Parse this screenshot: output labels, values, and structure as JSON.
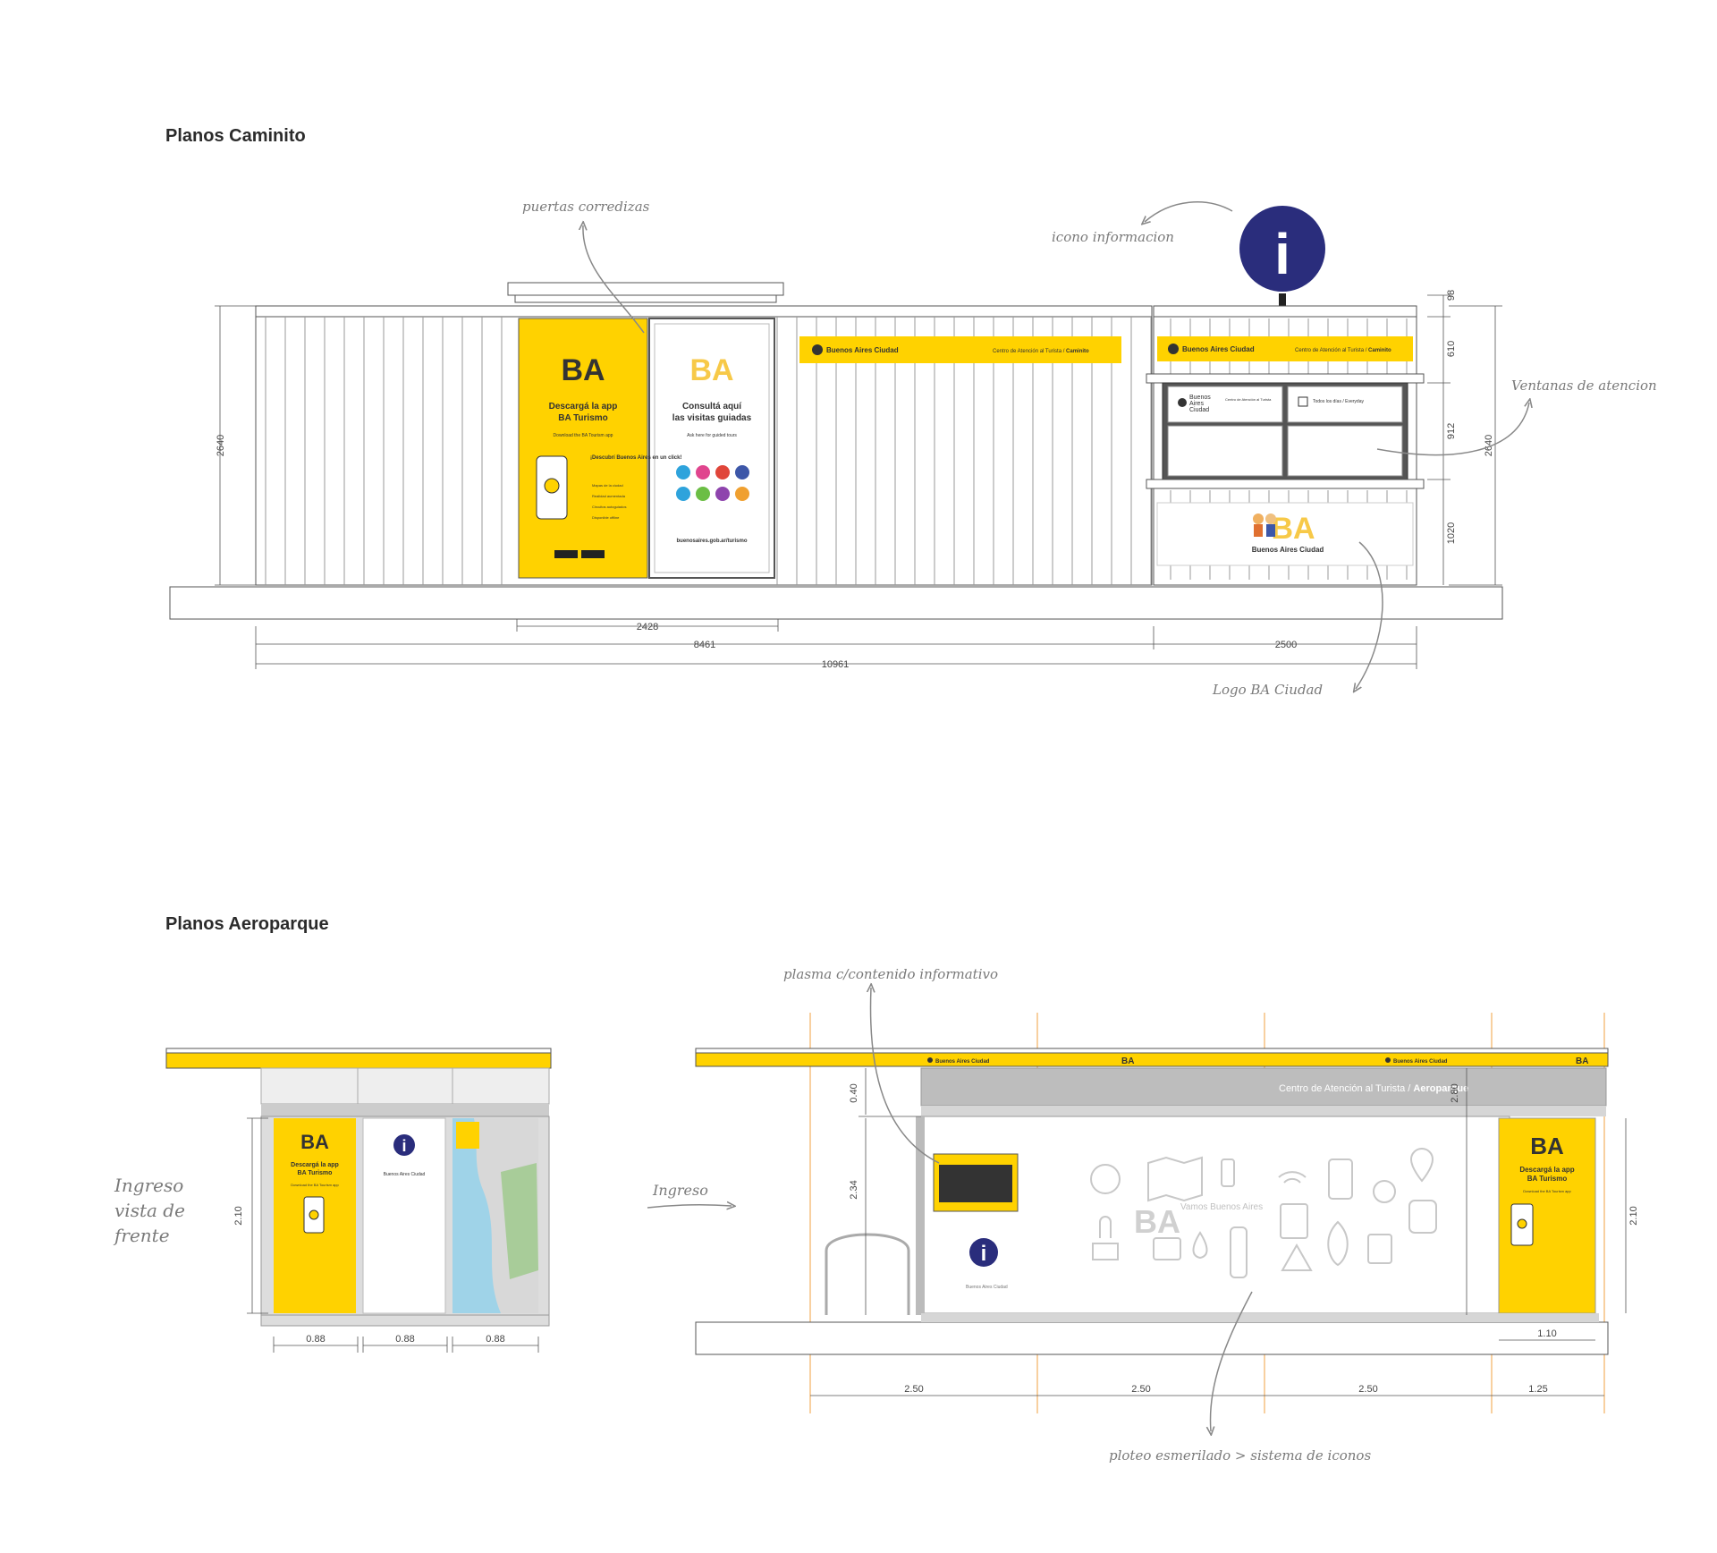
{
  "titles": {
    "caminito": "Planos Caminito",
    "aeroparque": "Planos Aeroparque"
  },
  "colors": {
    "brand_yellow": "#FFD200",
    "info_navy": "#2A2D7C",
    "line_gray": "#9a9a9a",
    "guide_orange": "#F0A040"
  },
  "caminito": {
    "annotations": {
      "doors": "puertas corredizas",
      "info_icon": "icono informacion",
      "windows": "Ventanas de atencion",
      "logo": "Logo BA Ciudad"
    },
    "signs": {
      "brand": "Buenos Aires Ciudad",
      "center_left": "Centro de Atención al Turista / ",
      "center_bold": "Caminito",
      "info_glyph": "i"
    },
    "app_panel": {
      "logo": "BA",
      "line1": "Descargá la app",
      "line2": "BA Turismo",
      "sub": "Download the BA Tourism app",
      "phone_title": "¡Descubrí Buenos Aires en un click!",
      "items": [
        "Mapas de la ciudad",
        "Realidad aumentada",
        "Circuitos autoguiados",
        "Disponible offline"
      ]
    },
    "visits_panel": {
      "logo": "BA",
      "line1": "Consultá aquí",
      "line2": "las visitas guiadas",
      "sub": "Ask here for guided tours",
      "url": "buenosaires.gob.ar/turismo"
    },
    "windows_panel": {
      "brand1": "Buenos",
      "brand2": "Aires",
      "brand3": "Ciudad",
      "center": "Centro de Atención al Turista",
      "hours": "Todos los días / Everyday"
    },
    "logo_block": {
      "text": "Buenos Aires Ciudad",
      "mark": "BA"
    },
    "dimensions": {
      "left_height": "2640",
      "right_height": "2640",
      "d98": "98",
      "d610": "610",
      "d912": "912",
      "d1020": "1020",
      "d2428": "2428",
      "d8461": "8461",
      "d2500": "2500",
      "d10961": "10961"
    }
  },
  "aeroparque": {
    "annotations": {
      "entry_front": [
        "Ingreso",
        "vista de",
        "frente"
      ],
      "entry": "Ingreso",
      "plasma": "plasma c/contenido informativo",
      "icons": "ploteo esmerilado > sistema de iconos"
    },
    "front": {
      "dims": {
        "height": "2.10",
        "w1": "0.88",
        "w2": "0.88",
        "w3": "0.88"
      },
      "app_panel": {
        "logo": "BA",
        "line1": "Descargá la app",
        "line2": "BA Turismo",
        "sub": "Download the BA Tourism app"
      },
      "info_panel": {
        "glyph": "i",
        "brand": "Buenos Aires Ciudad"
      }
    },
    "side": {
      "header_brand": "Buenos Aires Ciudad",
      "header_ba": "BA",
      "center_text": "Centro de Atención al Turista / ",
      "center_bold": "Aeroparque",
      "vamos": "Vamos Buenos Aires",
      "vamos_ba": "BA",
      "info_glyph": "i",
      "brand_small": "Buenos Aires Ciudad",
      "app_panel": {
        "logo": "BA",
        "line1": "Descargá la app",
        "line2": "BA Turismo",
        "sub": "Download the BA Tourism app"
      },
      "dims": {
        "d040": "0.40",
        "d234": "2.34",
        "d280": "2.80",
        "d210": "2.10",
        "d110": "1.10",
        "d250a": "2.50",
        "d250b": "2.50",
        "d250c": "2.50",
        "d125": "1.25"
      }
    }
  }
}
